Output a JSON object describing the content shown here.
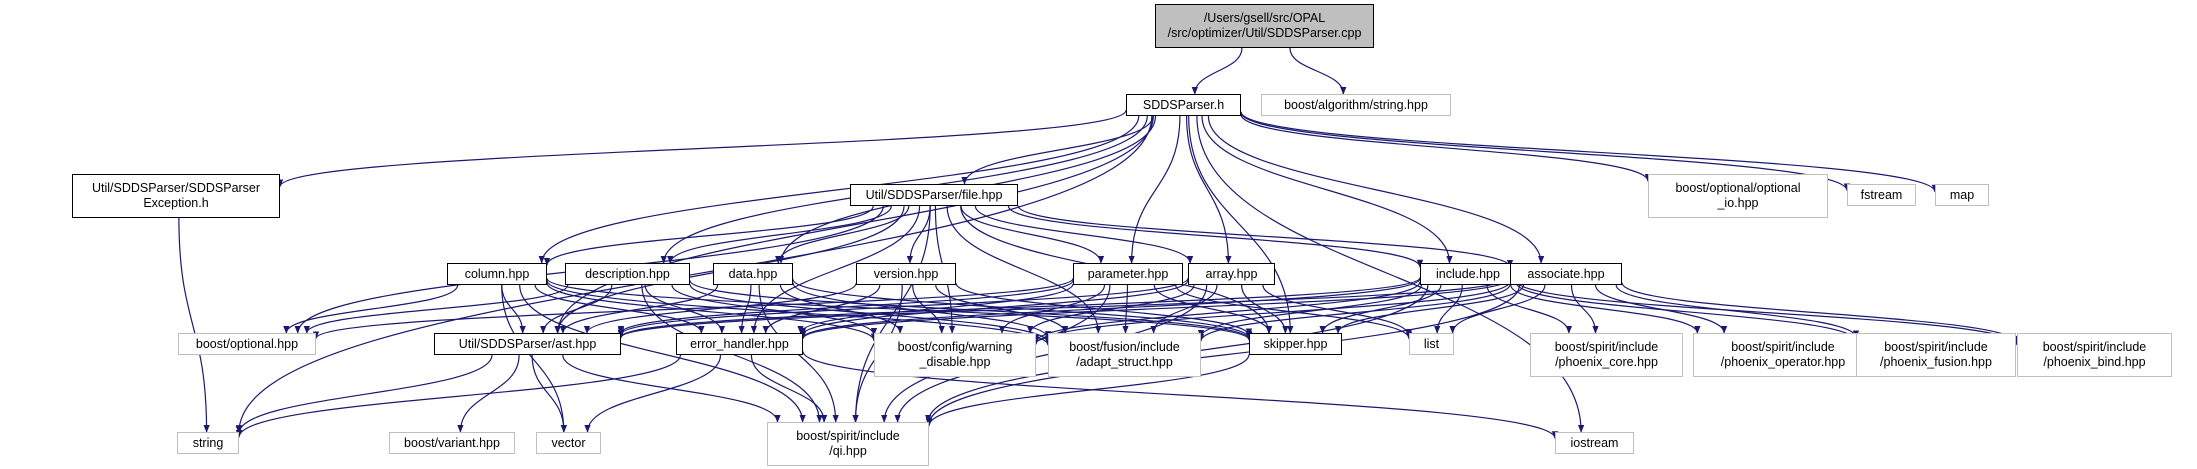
{
  "colors": {
    "edge": "#191970",
    "doc_border": "#000000",
    "sys_border": "#bfbfbf",
    "root_fill": "#bfbfbf"
  },
  "nodes": [
    {
      "id": "root",
      "label": "/Users/gsell/src/OPAL\n/src/optimizer/Util/SDDSParser.cpp",
      "kind": "root"
    },
    {
      "id": "sddsparser_h",
      "label": "SDDSParser.h",
      "kind": "doc"
    },
    {
      "id": "boost_algorithm_string",
      "label": "boost/algorithm/string.hpp",
      "kind": "sys"
    },
    {
      "id": "exception_h",
      "label": "Util/SDDSParser/SDDSParser\nException.h",
      "kind": "doc"
    },
    {
      "id": "file_hpp",
      "label": "Util/SDDSParser/file.hpp",
      "kind": "doc"
    },
    {
      "id": "optional_io",
      "label": "boost/optional/optional\n_io.hpp",
      "kind": "sys"
    },
    {
      "id": "fstream",
      "label": "fstream",
      "kind": "sys"
    },
    {
      "id": "map",
      "label": "map",
      "kind": "sys"
    },
    {
      "id": "column_hpp",
      "label": "column.hpp",
      "kind": "doc"
    },
    {
      "id": "description_hpp",
      "label": "description.hpp",
      "kind": "doc"
    },
    {
      "id": "data_hpp",
      "label": "data.hpp",
      "kind": "doc"
    },
    {
      "id": "version_hpp",
      "label": "version.hpp",
      "kind": "doc"
    },
    {
      "id": "parameter_hpp",
      "label": "parameter.hpp",
      "kind": "doc"
    },
    {
      "id": "array_hpp",
      "label": "array.hpp",
      "kind": "doc"
    },
    {
      "id": "include_hpp",
      "label": "include.hpp",
      "kind": "doc"
    },
    {
      "id": "associate_hpp",
      "label": "associate.hpp",
      "kind": "doc"
    },
    {
      "id": "boost_optional",
      "label": "boost/optional.hpp",
      "kind": "sys"
    },
    {
      "id": "ast_hpp",
      "label": "Util/SDDSParser/ast.hpp",
      "kind": "doc"
    },
    {
      "id": "error_handler",
      "label": "error_handler.hpp",
      "kind": "doc"
    },
    {
      "id": "warning_disable",
      "label": "boost/config/warning\n_disable.hpp",
      "kind": "sys"
    },
    {
      "id": "adapt_struct",
      "label": "boost/fusion/include\n/adapt_struct.hpp",
      "kind": "sys"
    },
    {
      "id": "skipper_hpp",
      "label": "skipper.hpp",
      "kind": "doc"
    },
    {
      "id": "list",
      "label": "list",
      "kind": "sys"
    },
    {
      "id": "phoenix_core",
      "label": "boost/spirit/include\n/phoenix_core.hpp",
      "kind": "sys"
    },
    {
      "id": "phoenix_operator",
      "label": "boost/spirit/include\n/phoenix_operator.hpp",
      "kind": "sys"
    },
    {
      "id": "phoenix_fusion",
      "label": "boost/spirit/include\n/phoenix_fusion.hpp",
      "kind": "sys"
    },
    {
      "id": "phoenix_bind",
      "label": "boost/spirit/include\n/phoenix_bind.hpp",
      "kind": "sys"
    },
    {
      "id": "string",
      "label": "string",
      "kind": "sys"
    },
    {
      "id": "boost_variant",
      "label": "boost/variant.hpp",
      "kind": "sys"
    },
    {
      "id": "vector",
      "label": "vector",
      "kind": "sys"
    },
    {
      "id": "qi_hpp",
      "label": "boost/spirit/include\n/qi.hpp",
      "kind": "sys"
    },
    {
      "id": "iostream",
      "label": "iostream",
      "kind": "sys"
    }
  ],
  "edges": [
    [
      "root",
      "sddsparser_h"
    ],
    [
      "root",
      "boost_algorithm_string"
    ],
    [
      "sddsparser_h",
      "exception_h"
    ],
    [
      "sddsparser_h",
      "file_hpp"
    ],
    [
      "sddsparser_h",
      "optional_io"
    ],
    [
      "sddsparser_h",
      "fstream"
    ],
    [
      "sddsparser_h",
      "map"
    ],
    [
      "sddsparser_h",
      "string"
    ],
    [
      "sddsparser_h",
      "column_hpp"
    ],
    [
      "sddsparser_h",
      "description_hpp"
    ],
    [
      "sddsparser_h",
      "data_hpp"
    ],
    [
      "sddsparser_h",
      "parameter_hpp"
    ],
    [
      "sddsparser_h",
      "array_hpp"
    ],
    [
      "sddsparser_h",
      "include_hpp"
    ],
    [
      "sddsparser_h",
      "associate_hpp"
    ],
    [
      "sddsparser_h",
      "ast_hpp"
    ],
    [
      "sddsparser_h",
      "skipper_hpp"
    ],
    [
      "sddsparser_h",
      "iostream"
    ],
    [
      "exception_h",
      "string"
    ],
    [
      "file_hpp",
      "column_hpp"
    ],
    [
      "file_hpp",
      "description_hpp"
    ],
    [
      "file_hpp",
      "data_hpp"
    ],
    [
      "file_hpp",
      "version_hpp"
    ],
    [
      "file_hpp",
      "parameter_hpp"
    ],
    [
      "file_hpp",
      "array_hpp"
    ],
    [
      "file_hpp",
      "include_hpp"
    ],
    [
      "file_hpp",
      "associate_hpp"
    ],
    [
      "file_hpp",
      "boost_optional"
    ],
    [
      "file_hpp",
      "ast_hpp"
    ],
    [
      "file_hpp",
      "error_handler"
    ],
    [
      "file_hpp",
      "warning_disable"
    ],
    [
      "file_hpp",
      "adapt_struct"
    ],
    [
      "file_hpp",
      "skipper_hpp"
    ],
    [
      "file_hpp",
      "qi_hpp"
    ],
    [
      "column_hpp",
      "boost_optional"
    ],
    [
      "column_hpp",
      "ast_hpp"
    ],
    [
      "column_hpp",
      "error_handler"
    ],
    [
      "column_hpp",
      "warning_disable"
    ],
    [
      "column_hpp",
      "adapt_struct"
    ],
    [
      "column_hpp",
      "skipper_hpp"
    ],
    [
      "column_hpp",
      "vector"
    ],
    [
      "column_hpp",
      "qi_hpp"
    ],
    [
      "description_hpp",
      "boost_optional"
    ],
    [
      "description_hpp",
      "ast_hpp"
    ],
    [
      "description_hpp",
      "error_handler"
    ],
    [
      "description_hpp",
      "warning_disable"
    ],
    [
      "description_hpp",
      "adapt_struct"
    ],
    [
      "description_hpp",
      "skipper_hpp"
    ],
    [
      "description_hpp",
      "qi_hpp"
    ],
    [
      "data_hpp",
      "ast_hpp"
    ],
    [
      "data_hpp",
      "error_handler"
    ],
    [
      "data_hpp",
      "warning_disable"
    ],
    [
      "data_hpp",
      "adapt_struct"
    ],
    [
      "data_hpp",
      "skipper_hpp"
    ],
    [
      "data_hpp",
      "qi_hpp"
    ],
    [
      "version_hpp",
      "ast_hpp"
    ],
    [
      "version_hpp",
      "error_handler"
    ],
    [
      "version_hpp",
      "warning_disable"
    ],
    [
      "version_hpp",
      "adapt_struct"
    ],
    [
      "version_hpp",
      "skipper_hpp"
    ],
    [
      "version_hpp",
      "qi_hpp"
    ],
    [
      "parameter_hpp",
      "boost_optional"
    ],
    [
      "parameter_hpp",
      "ast_hpp"
    ],
    [
      "parameter_hpp",
      "error_handler"
    ],
    [
      "parameter_hpp",
      "warning_disable"
    ],
    [
      "parameter_hpp",
      "adapt_struct"
    ],
    [
      "parameter_hpp",
      "skipper_hpp"
    ],
    [
      "parameter_hpp",
      "list"
    ],
    [
      "parameter_hpp",
      "qi_hpp"
    ],
    [
      "array_hpp",
      "ast_hpp"
    ],
    [
      "array_hpp",
      "error_handler"
    ],
    [
      "array_hpp",
      "warning_disable"
    ],
    [
      "array_hpp",
      "adapt_struct"
    ],
    [
      "array_hpp",
      "skipper_hpp"
    ],
    [
      "array_hpp",
      "list"
    ],
    [
      "array_hpp",
      "qi_hpp"
    ],
    [
      "include_hpp",
      "ast_hpp"
    ],
    [
      "include_hpp",
      "error_handler"
    ],
    [
      "include_hpp",
      "warning_disable"
    ],
    [
      "include_hpp",
      "adapt_struct"
    ],
    [
      "include_hpp",
      "skipper_hpp"
    ],
    [
      "include_hpp",
      "list"
    ],
    [
      "include_hpp",
      "phoenix_core"
    ],
    [
      "include_hpp",
      "phoenix_operator"
    ],
    [
      "include_hpp",
      "phoenix_fusion"
    ],
    [
      "include_hpp",
      "phoenix_bind"
    ],
    [
      "include_hpp",
      "qi_hpp"
    ],
    [
      "associate_hpp",
      "ast_hpp"
    ],
    [
      "associate_hpp",
      "error_handler"
    ],
    [
      "associate_hpp",
      "warning_disable"
    ],
    [
      "associate_hpp",
      "adapt_struct"
    ],
    [
      "associate_hpp",
      "skipper_hpp"
    ],
    [
      "associate_hpp",
      "list"
    ],
    [
      "associate_hpp",
      "phoenix_core"
    ],
    [
      "associate_hpp",
      "phoenix_operator"
    ],
    [
      "associate_hpp",
      "phoenix_fusion"
    ],
    [
      "associate_hpp",
      "phoenix_bind"
    ],
    [
      "associate_hpp",
      "qi_hpp"
    ],
    [
      "ast_hpp",
      "string"
    ],
    [
      "ast_hpp",
      "boost_variant"
    ],
    [
      "ast_hpp",
      "vector"
    ],
    [
      "ast_hpp",
      "qi_hpp"
    ],
    [
      "error_handler",
      "string"
    ],
    [
      "error_handler",
      "vector"
    ],
    [
      "error_handler",
      "iostream"
    ],
    [
      "error_handler",
      "qi_hpp"
    ],
    [
      "skipper_hpp",
      "qi_hpp"
    ]
  ]
}
